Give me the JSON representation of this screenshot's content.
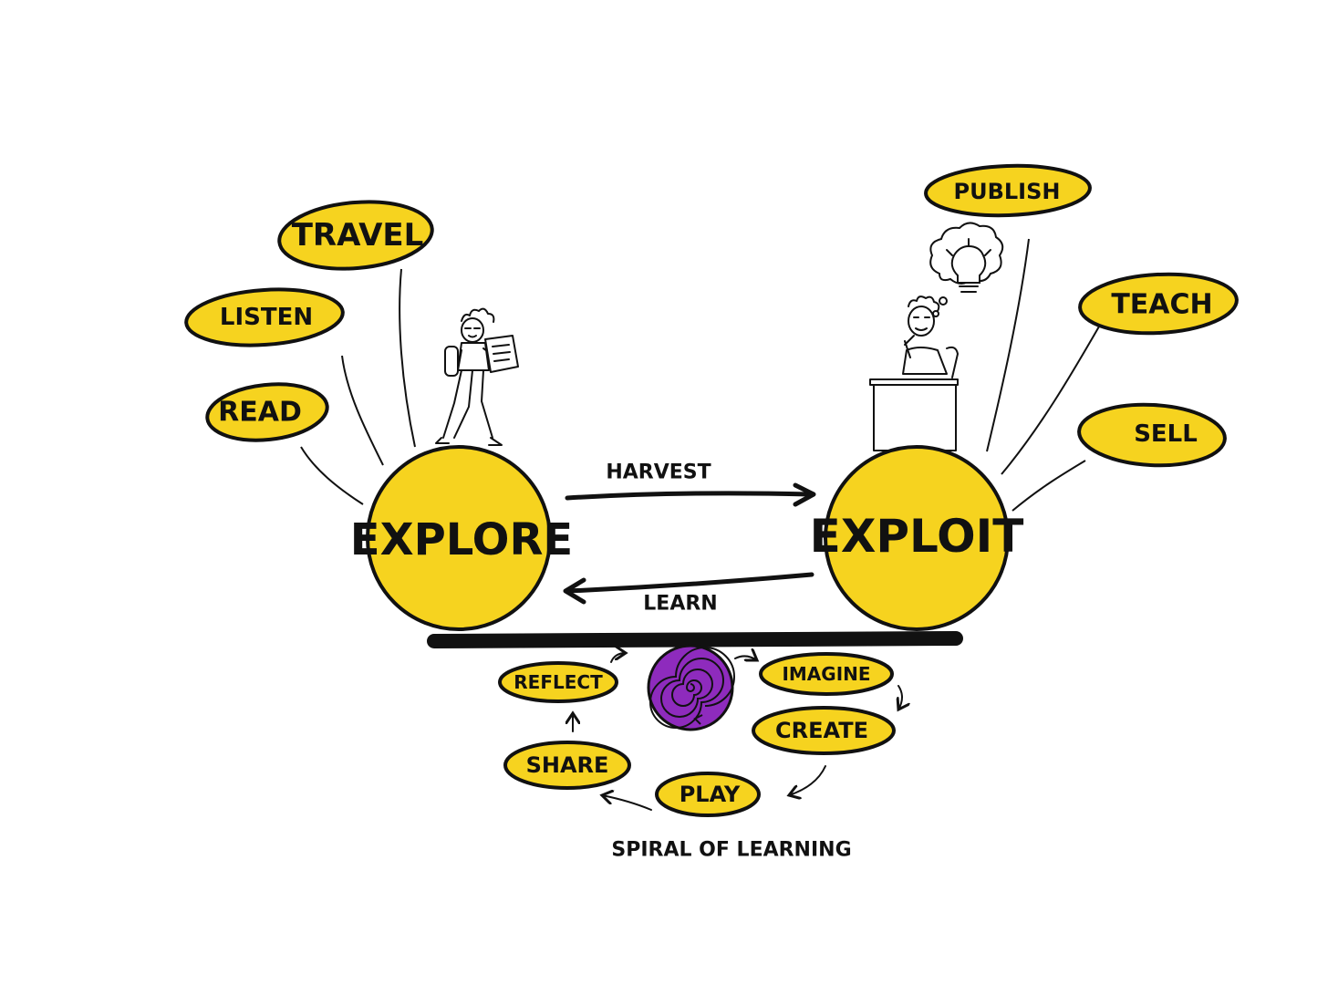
{
  "colors": {
    "yellow": "#f6d31f",
    "ink": "#111111",
    "purple": "#8e2bbd",
    "background": "#ffffff"
  },
  "explore": {
    "label": "EXPLORE",
    "activities": [
      "TRAVEL",
      "LISTEN",
      "READ"
    ]
  },
  "exploit": {
    "label": "EXPLOIT",
    "activities": [
      "PUBLISH",
      "TEACH",
      "SELL"
    ]
  },
  "arrows": {
    "forward_label": "HARVEST",
    "back_label": "LEARN"
  },
  "spiral": {
    "steps": [
      "IMAGINE",
      "CREATE",
      "PLAY",
      "SHARE",
      "REFLECT"
    ],
    "caption": "SPIRAL OF LEARNING"
  },
  "icons": {
    "explorer": "walking-reader-figure-icon",
    "thinker": "desk-thinker-figure-icon",
    "idea": "lightbulb-thought-icon",
    "spiral": "purple-spiral-icon"
  }
}
